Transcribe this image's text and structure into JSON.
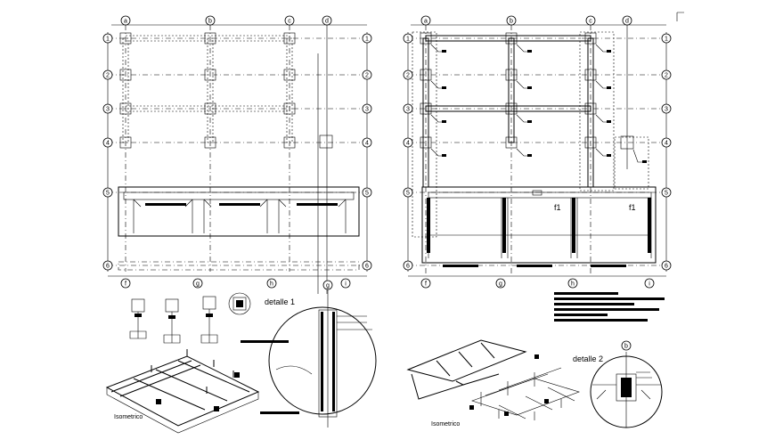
{
  "plan_left": {
    "col_axes": [
      "a",
      "b",
      "c",
      "d"
    ],
    "row_axes": [
      "1",
      "2",
      "3",
      "4",
      "5",
      "6"
    ],
    "bottom_axes": [
      "f",
      "g",
      "h",
      "i"
    ]
  },
  "plan_right": {
    "col_axes": [
      "a",
      "b",
      "c",
      "d"
    ],
    "row_axes": [
      "1",
      "2",
      "3",
      "4",
      "5",
      "6"
    ],
    "bottom_axes": [
      "f",
      "g",
      "h",
      "i"
    ],
    "footing_label_1": "f1",
    "footing_label_2": "f1"
  },
  "detail_1": {
    "title": "detalle 1",
    "axis": "g"
  },
  "detail_2": {
    "title": "detalle 2",
    "axis": "b"
  },
  "isometric_left": {
    "caption": "Isometrico"
  },
  "isometric_right": {
    "caption": "Isometrico"
  }
}
